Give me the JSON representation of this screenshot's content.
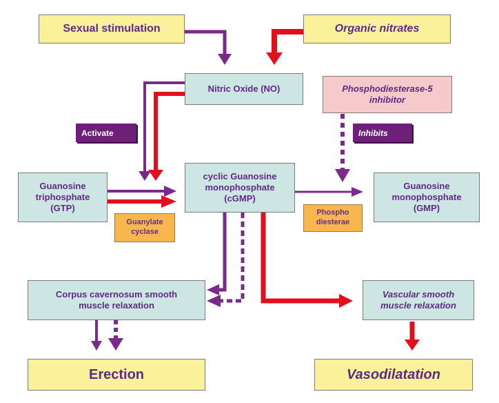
{
  "nodes": {
    "sexual_stimulation": "Sexual stimulation",
    "organic_nitrates": "Organic nitrates",
    "nitric_oxide": "Nitric Oxide (NO)",
    "pde5_inhibitor": "Phosphodiesterase-5 inhibitor",
    "gtp": "Guanosine triphosphate (GTP)",
    "cgmp": "cyclic Guanosine monophosphate (cGMP)",
    "gmp": "Guanosine monophosphate (GMP)",
    "guanylate_cyclase": "Guanylate cyclase",
    "phosphodiesterase": "Phospho diesterae",
    "corpus_cavernosum": "Corpus cavernosum smooth muscle relaxation",
    "vascular_smooth": "Vascular smooth muscle relaxation",
    "erection": "Erection",
    "vasodilatation": "Vasodilatation"
  },
  "labels": {
    "activate": "Activate",
    "inhibits": "Inhibits"
  },
  "colors": {
    "purple_arrow": "#7b2a8c",
    "red_arrow": "#e0101e",
    "yellow_box": "#fbf19a",
    "teal_box": "#cde6e4",
    "pink_box": "#f6c9ca",
    "orange_box": "#f8b74e",
    "tag_bg": "#6e1f78",
    "text": "#5e2a83"
  }
}
